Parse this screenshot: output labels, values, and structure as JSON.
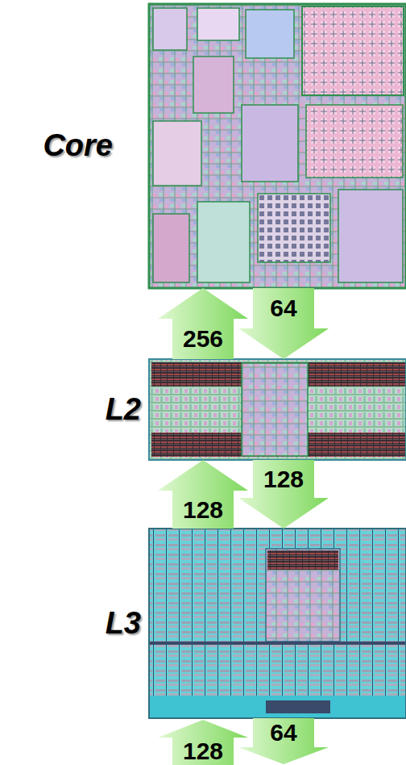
{
  "diagram": {
    "nodes": [
      {
        "text": [
          "Core"
        ]
      },
      {
        "text": [
          "L2"
        ]
      },
      {
        "text": [
          "L3"
        ]
      }
    ],
    "edges": [
      {
        "from": 1,
        "to": 0,
        "label": "256",
        "arrow": "to"
      },
      {
        "from": 0,
        "to": 1,
        "label": "64",
        "arrow": "to"
      },
      {
        "from": 2,
        "to": 1,
        "label": "128",
        "arrow": "to"
      },
      {
        "from": 1,
        "to": 2,
        "label": "128",
        "arrow": "to"
      }
    ],
    "labels": [
      "128",
      "64"
    ]
  }
}
